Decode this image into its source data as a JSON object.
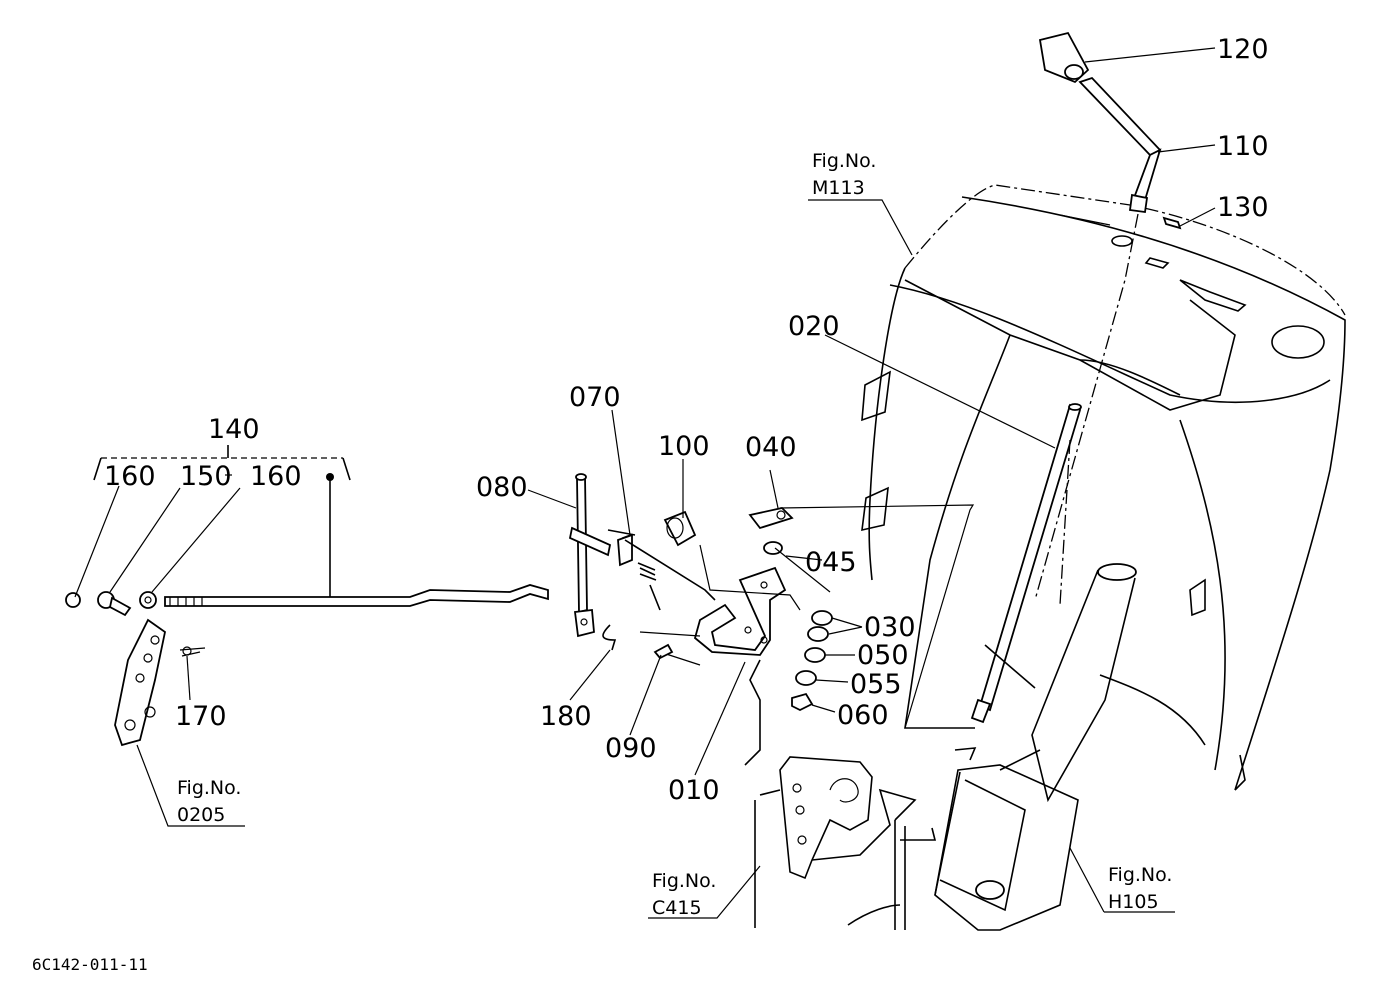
{
  "diagram": {
    "parts": {
      "p120": "120",
      "p110": "110",
      "p130": "130",
      "p020": "020",
      "p070": "070",
      "p100": "100",
      "p040": "040",
      "p080": "080",
      "p045": "045",
      "p030": "030",
      "p050": "050",
      "p055": "055",
      "p060": "060",
      "p140": "140",
      "p160a": "160",
      "p150": "150",
      "p160b": "160",
      "p170": "170",
      "p180": "180",
      "p090": "090",
      "p010": "010"
    },
    "figure_refs": {
      "m113": {
        "line1": "Fig.No.",
        "line2": "M113"
      },
      "f0205": {
        "line1": "Fig.No.",
        "line2": "0205"
      },
      "c415": {
        "line1": "Fig.No.",
        "line2": "C415"
      },
      "h105": {
        "line1": "Fig.No.",
        "line2": "H105"
      }
    },
    "drawing_code": "6C142-011-11"
  }
}
